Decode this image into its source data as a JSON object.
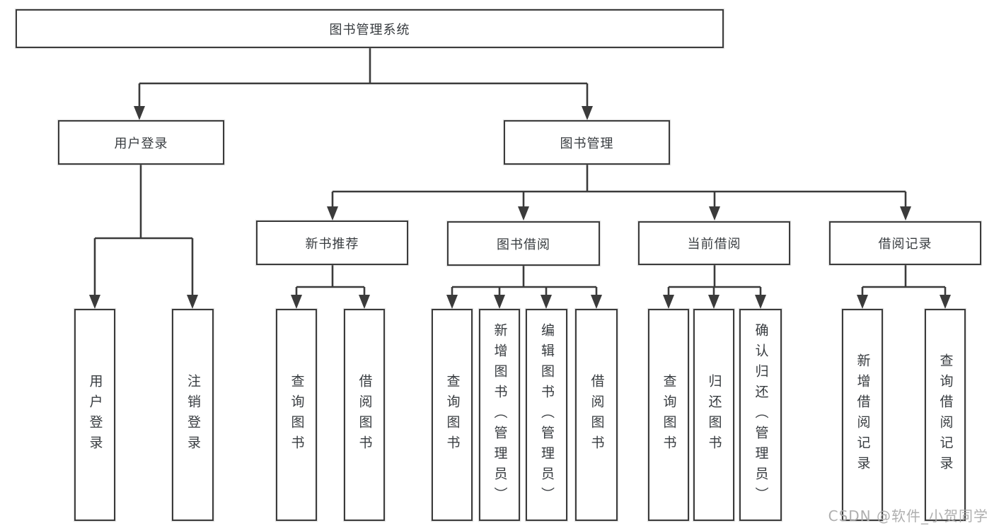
{
  "colors": {
    "line": "#3b3b3b",
    "box_border": "#3b3b3b",
    "text": "#383c40",
    "watermark": "#a8a8a8",
    "background": "#ffffff"
  },
  "watermark": {
    "text": "CSDN @软件_小贺同学"
  },
  "tree": {
    "root": {
      "label": "图书管理系统"
    },
    "branches": [
      {
        "label": "用户登录",
        "children": [
          {
            "label": "用户登录"
          },
          {
            "label": "注销登录"
          }
        ]
      },
      {
        "label": "图书管理",
        "children": [
          {
            "label": "新书推荐",
            "children": [
              {
                "label": "查询图书"
              },
              {
                "label": "借阅图书"
              }
            ]
          },
          {
            "label": "图书借阅",
            "children": [
              {
                "label": "查询图书"
              },
              {
                "label": "新增图书（管理员）"
              },
              {
                "label": "编辑图书（管理员）"
              },
              {
                "label": "借阅图书"
              }
            ]
          },
          {
            "label": "当前借阅",
            "children": [
              {
                "label": "查询图书"
              },
              {
                "label": "归还图书"
              },
              {
                "label": "确认归还（管理员）"
              }
            ]
          },
          {
            "label": "借阅记录",
            "children": [
              {
                "label": "新增借阅记录"
              },
              {
                "label": "查询借阅记录"
              }
            ]
          }
        ]
      }
    ]
  }
}
